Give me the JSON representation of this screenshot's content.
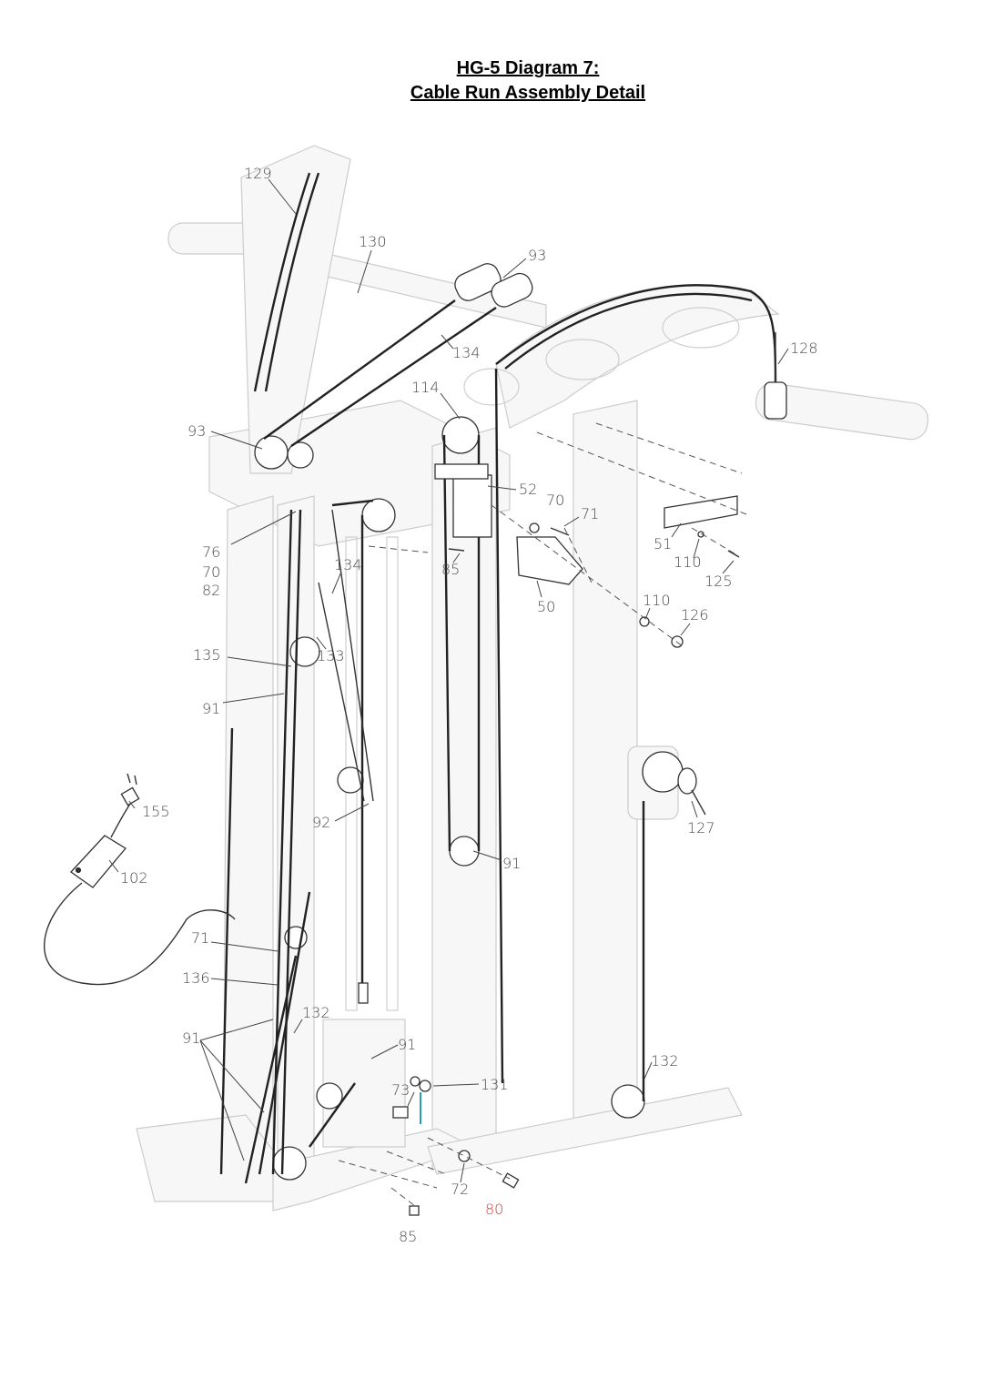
{
  "title": {
    "line1": "HG-5 Diagram 7:",
    "line2": "Cable Run Assembly Detail"
  },
  "callouts": {
    "c129": "129",
    "c130": "130",
    "c93a": "93",
    "c93b": "93",
    "c128": "128",
    "c134a": "134",
    "c114": "114",
    "c52": "52",
    "c70a": "70",
    "c71a": "71",
    "c51": "51",
    "c110a": "110",
    "c125": "125",
    "c76": "76",
    "c70b": "70",
    "c82": "82",
    "c134b": "134",
    "c85a": "85",
    "c50": "50",
    "c110b": "110",
    "c126": "126",
    "c135": "135",
    "c133": "133",
    "c91a": "91",
    "c155": "155",
    "c92": "92",
    "c127": "127",
    "c102": "102",
    "c91b": "91",
    "c71b": "71",
    "c136": "136",
    "c132a": "132",
    "c91c": "91",
    "c91d": "91",
    "c132b": "132",
    "c131": "131",
    "c73": "73",
    "c72": "72",
    "c80": "80",
    "c85b": "85"
  },
  "colors": {
    "highlight_callout": "#d9392f"
  }
}
